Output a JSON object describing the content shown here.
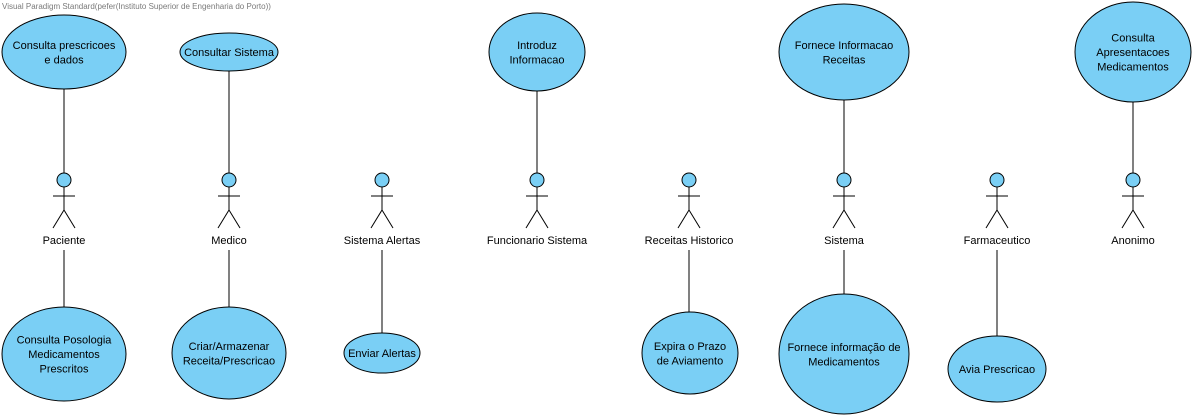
{
  "watermark": "Visual Paradigm Standard(pefer(Instituto Superior de Engenharia do Porto))",
  "colors": {
    "usecase_fill": "#7ACFF5",
    "stroke": "#000000",
    "actor_fill": "#7ACFF5"
  },
  "actors": [
    {
      "name": "Paciente"
    },
    {
      "name": "Medico"
    },
    {
      "name": "Sistema Alertas"
    },
    {
      "name": "Funcionario Sistema"
    },
    {
      "name": "Receitas Historico"
    },
    {
      "name": "Sistema"
    },
    {
      "name": "Farmaceutico"
    },
    {
      "name": "Anonimo"
    }
  ],
  "usecases": [
    {
      "actor": "Paciente",
      "lines": [
        "Consulta prescricoes",
        "e dados"
      ]
    },
    {
      "actor": "Paciente",
      "lines": [
        "Consulta Posologia",
        "Medicamentos",
        "Prescritos"
      ]
    },
    {
      "actor": "Medico",
      "lines": [
        "Consultar Sistema"
      ]
    },
    {
      "actor": "Medico",
      "lines": [
        "Criar/Armazenar",
        "Receita/Prescricao"
      ]
    },
    {
      "actor": "Sistema Alertas",
      "lines": [
        "Enviar Alertas"
      ]
    },
    {
      "actor": "Funcionario Sistema",
      "lines": [
        "Introduz",
        "Informacao"
      ]
    },
    {
      "actor": "Receitas Historico",
      "lines": [
        "Expira o Prazo",
        "de Aviamento"
      ]
    },
    {
      "actor": "Sistema",
      "lines": [
        "Fornece Informacao",
        "Receitas"
      ]
    },
    {
      "actor": "Sistema",
      "lines": [
        "Fornece informação de",
        "Medicamentos"
      ]
    },
    {
      "actor": "Farmaceutico",
      "lines": [
        "Avia Prescricao"
      ]
    },
    {
      "actor": "Anonimo",
      "lines": [
        "Consulta",
        "Apresentacoes",
        "Medicamentos"
      ]
    }
  ]
}
